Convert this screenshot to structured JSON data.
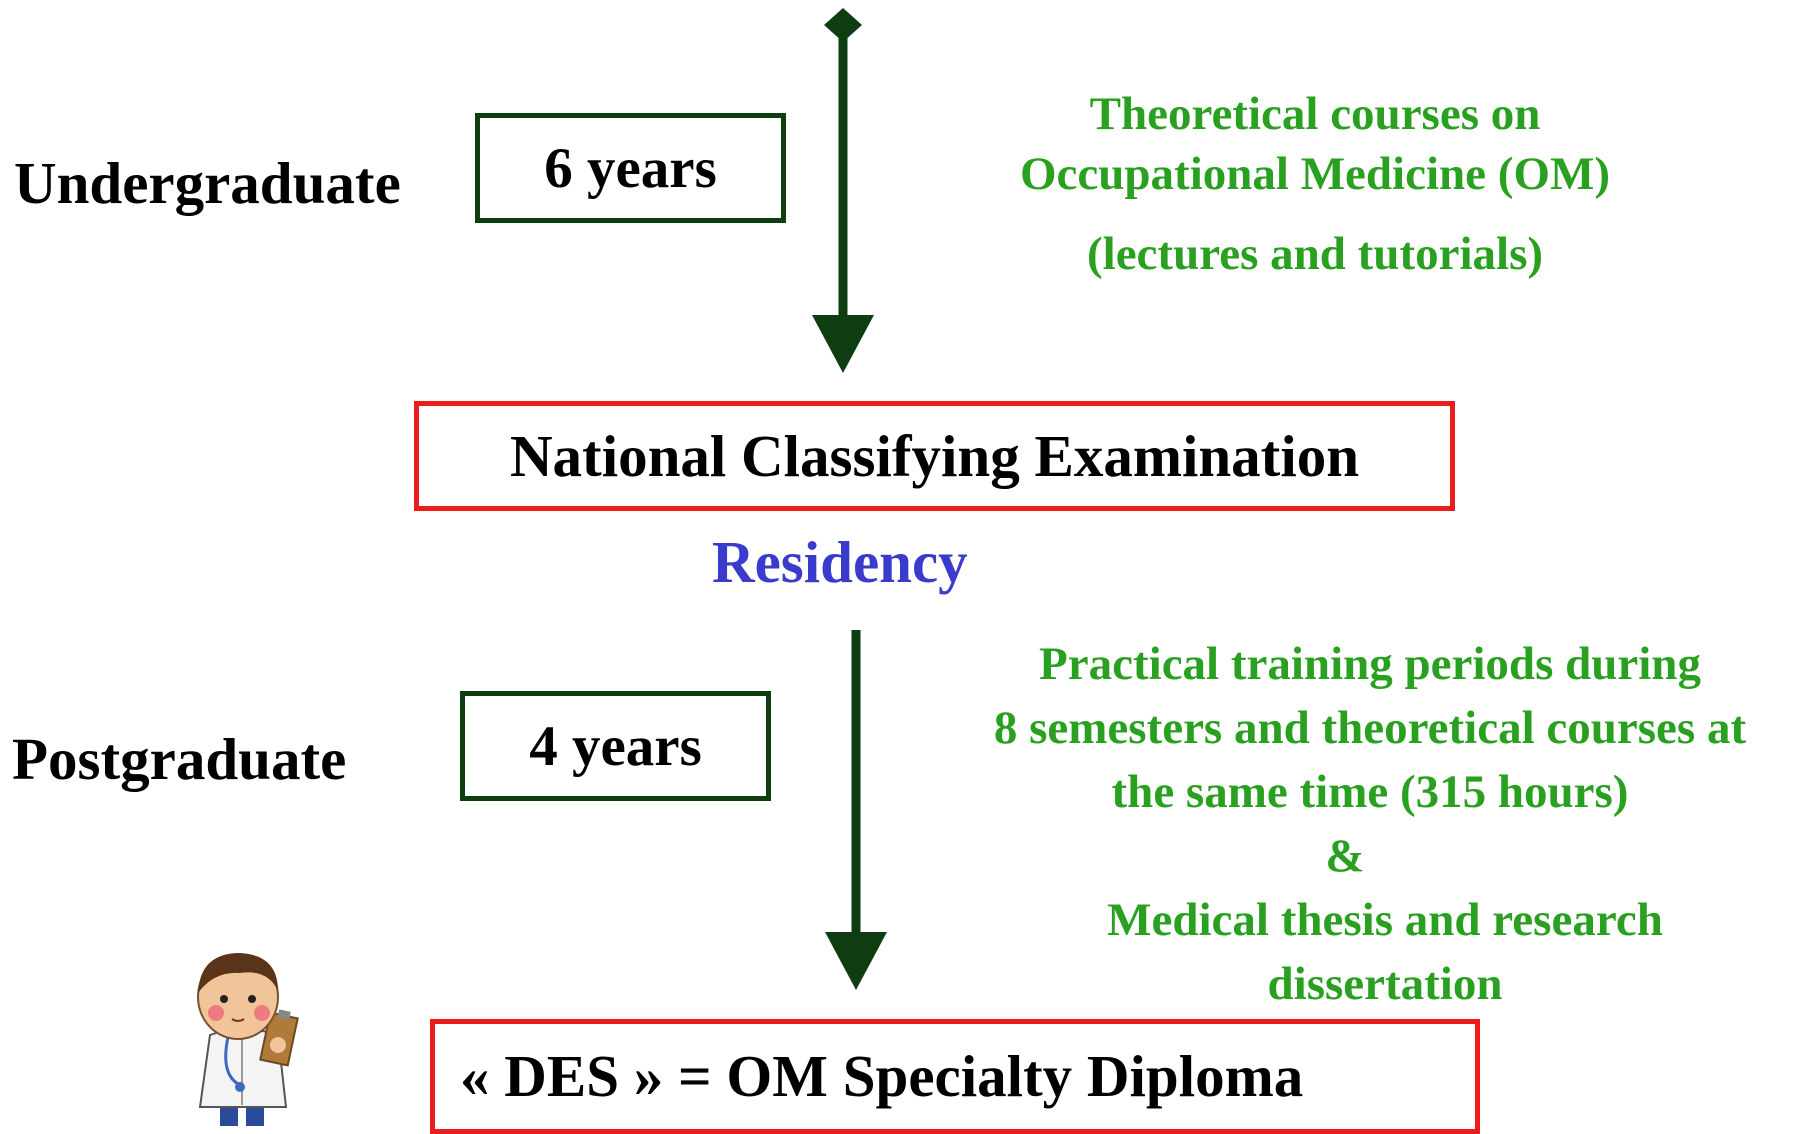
{
  "colors": {
    "arrow": "#0f3d12",
    "box_green_border": "#0f3d12",
    "box_red_border": "#ea1c1c",
    "green_text": "#2aa020",
    "blue_text": "#3a3acc"
  },
  "undergraduate": {
    "label": "Undergraduate",
    "duration": "6 years",
    "description": [
      "Theoretical courses on",
      "Occupational Medicine (OM)",
      "(lectures and tutorials)"
    ]
  },
  "exam": {
    "label": "National Classifying Examination",
    "residency": "Residency"
  },
  "postgraduate": {
    "label": "Postgraduate",
    "duration": "4 years",
    "description": [
      "Practical training periods during",
      "8 semesters and theoretical courses at",
      "the same time (315 hours)",
      "&",
      "Medical thesis and research",
      "dissertation"
    ]
  },
  "diploma": {
    "label": "« DES » = OM Specialty Diploma"
  },
  "icons": {
    "doctor": "doctor-cartoon-icon"
  }
}
